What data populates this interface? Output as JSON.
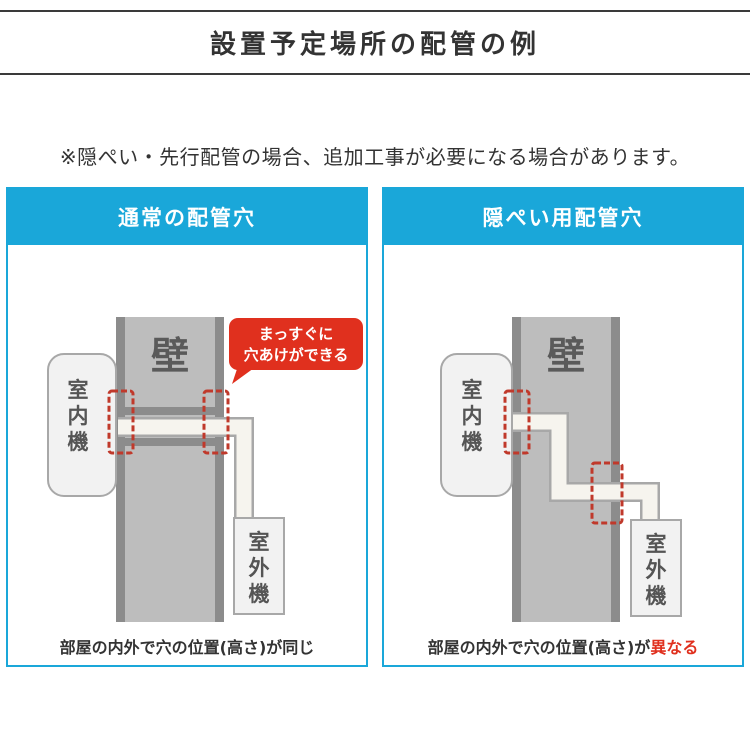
{
  "header": {
    "title": "設置予定場所の配管の例"
  },
  "notice": "※隠ぺい・先行配管の場合、追加工事が必要になる場合があります。",
  "colors": {
    "accent": "#1aa7d9",
    "highlight": "#e0301e",
    "wall": "#bdbdbd",
    "wall_edge": "#8c8c8c"
  },
  "panels": [
    {
      "title": "通常の配管穴",
      "wall_label": "壁",
      "indoor_unit_label": "室内機",
      "outdoor_unit_label": "室外機",
      "callout_line1": "まっすぐに",
      "callout_line2": "穴あけができる",
      "caption": "部屋の内外で穴の位置(高さ)が同じ"
    },
    {
      "title": "隠ぺい用配管穴",
      "wall_label": "壁",
      "indoor_unit_label": "室内機",
      "outdoor_unit_label": "室外機",
      "caption_prefix": "部屋の内外で穴の位置(高さ)が",
      "caption_emphasis": "異なる"
    }
  ]
}
